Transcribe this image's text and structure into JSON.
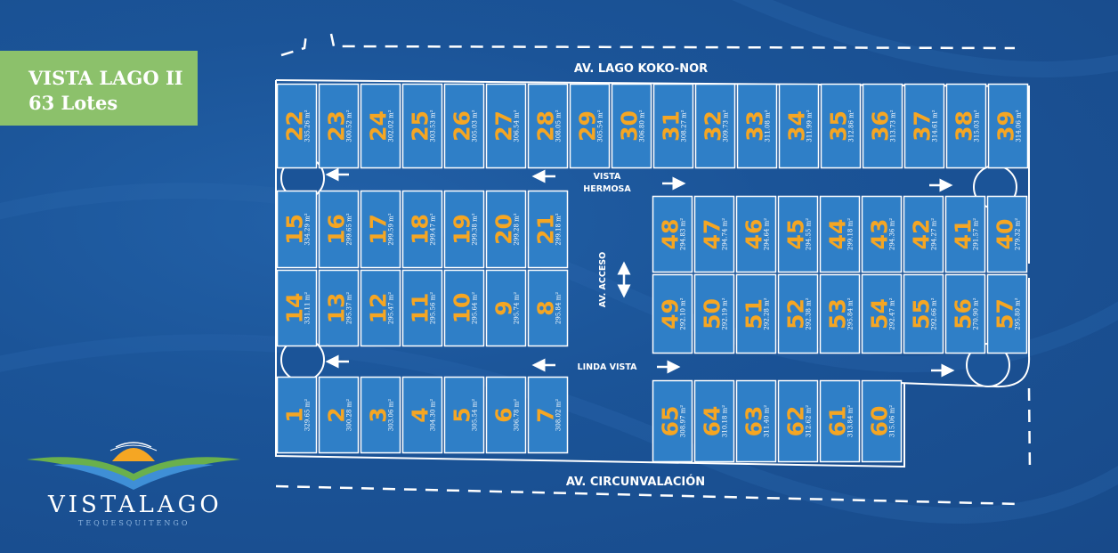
{
  "badge": {
    "line1": "VISTA LAGO II",
    "line2": "63 Lotes"
  },
  "logo": {
    "name": "VISTALAGO",
    "subtitle": "TEQUESQUITENGO"
  },
  "roads": {
    "north": "AV. LAGO KOKO-NOR",
    "south": "AV. CIRCUNVALACIÓN",
    "upper_street_line1": "VISTA",
    "upper_street_line2": "HERMOSA",
    "lower_street": "LINDA VISTA",
    "access": "AV. ACCESO"
  },
  "colors": {
    "lot_fill": "#2f7fc7",
    "lot_number": "#f5a623",
    "badge": "#8cc16b",
    "background": "#1b5498"
  },
  "lots": [
    {
      "num": "22",
      "area": "335.26 m²"
    },
    {
      "num": "23",
      "area": "300.52 m²"
    },
    {
      "num": "24",
      "area": "302.02 m²"
    },
    {
      "num": "25",
      "area": "303.53 m²"
    },
    {
      "num": "26",
      "area": "305.03 m²"
    },
    {
      "num": "27",
      "area": "306.54 m²"
    },
    {
      "num": "28",
      "area": "308.05 m²"
    },
    {
      "num": "29",
      "area": "305.54 m²"
    },
    {
      "num": "30",
      "area": "306.80 m²"
    },
    {
      "num": "31",
      "area": "308.27 m²"
    },
    {
      "num": "32",
      "area": "309.73 m²"
    },
    {
      "num": "33",
      "area": "311.08 m²"
    },
    {
      "num": "34",
      "area": "311.99 m²"
    },
    {
      "num": "35",
      "area": "312.86 m²"
    },
    {
      "num": "36",
      "area": "313.73 m²"
    },
    {
      "num": "37",
      "area": "314.61 m²"
    },
    {
      "num": "38",
      "area": "315.03 m²"
    },
    {
      "num": "39",
      "area": "314.06 m²"
    },
    {
      "num": "15",
      "area": "334.29 m²"
    },
    {
      "num": "16",
      "area": "299.65 m²"
    },
    {
      "num": "17",
      "area": "299.59 m²"
    },
    {
      "num": "18",
      "area": "299.47 m²"
    },
    {
      "num": "19",
      "area": "299.38 m²"
    },
    {
      "num": "20",
      "area": "299.28 m²"
    },
    {
      "num": "21",
      "area": "299.18 m²"
    },
    {
      "num": "48",
      "area": "294.83 m²"
    },
    {
      "num": "47",
      "area": "294.74 m²"
    },
    {
      "num": "46",
      "area": "294.64 m²"
    },
    {
      "num": "45",
      "area": "294.55 m²"
    },
    {
      "num": "44",
      "area": "299.18 m²"
    },
    {
      "num": "43",
      "area": "294.36 m²"
    },
    {
      "num": "42",
      "area": "294.27 m²"
    },
    {
      "num": "41",
      "area": "291.57 m²"
    },
    {
      "num": "40",
      "area": "279.32 m²"
    },
    {
      "num": "14",
      "area": "331.11 m²"
    },
    {
      "num": "13",
      "area": "295.37 m²"
    },
    {
      "num": "12",
      "area": "295.47 m²"
    },
    {
      "num": "11",
      "area": "295.56 m²"
    },
    {
      "num": "10",
      "area": "295.64 m²"
    },
    {
      "num": "9",
      "area": "295.74 m²"
    },
    {
      "num": "8",
      "area": "295.84 m²"
    },
    {
      "num": "49",
      "area": "292.10 m²"
    },
    {
      "num": "50",
      "area": "292.19 m²"
    },
    {
      "num": "51",
      "area": "292.28 m²"
    },
    {
      "num": "52",
      "area": "292.38 m²"
    },
    {
      "num": "53",
      "area": "295.84 m²"
    },
    {
      "num": "54",
      "area": "292.47 m²"
    },
    {
      "num": "55",
      "area": "292.66 m²"
    },
    {
      "num": "56",
      "area": "270.90 m²"
    },
    {
      "num": "57",
      "area": "295.80 m²"
    },
    {
      "num": "1",
      "area": "329.65 m²"
    },
    {
      "num": "2",
      "area": "300.28 m²"
    },
    {
      "num": "3",
      "area": "303.06 m²"
    },
    {
      "num": "4",
      "area": "304.30 m²"
    },
    {
      "num": "5",
      "area": "305.54 m²"
    },
    {
      "num": "6",
      "area": "306.78 m²"
    },
    {
      "num": "7",
      "area": "308.02 m²"
    },
    {
      "num": "65",
      "area": "308.97 m²"
    },
    {
      "num": "64",
      "area": "310.18 m²"
    },
    {
      "num": "63",
      "area": "311.40 m²"
    },
    {
      "num": "62",
      "area": "312.62 m²"
    },
    {
      "num": "61",
      "area": "313.84 m²"
    },
    {
      "num": "60",
      "area": "315.06 m²"
    }
  ]
}
